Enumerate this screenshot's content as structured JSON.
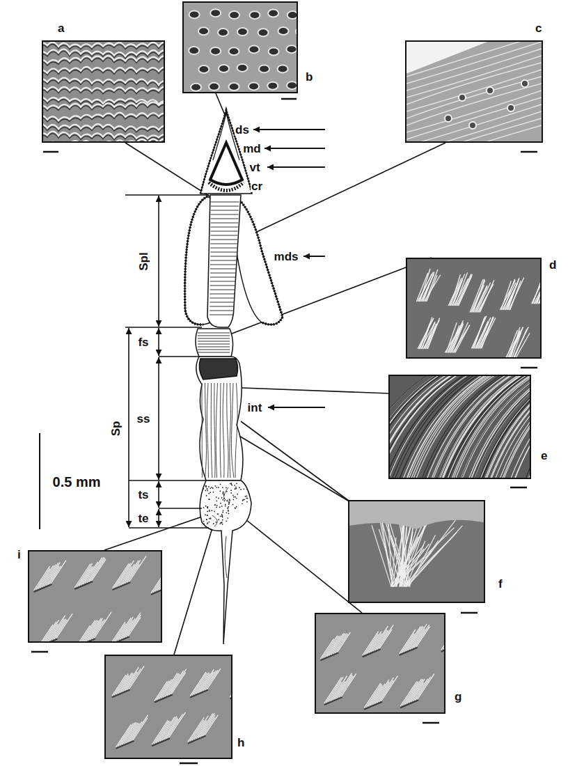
{
  "diagram": {
    "nodes": [
      {
        "text": [
          "a"
        ]
      },
      {
        "text": [
          "b"
        ]
      },
      {
        "text": [
          "c"
        ]
      },
      {
        "text": [
          "d"
        ]
      },
      {
        "text": [
          "e"
        ]
      },
      {
        "text": [
          "f"
        ]
      },
      {
        "text": [
          "g"
        ]
      },
      {
        "text": [
          "h"
        ]
      },
      {
        "text": [
          "i"
        ]
      }
    ],
    "labels": [
      "ds",
      "md",
      "vt",
      "cr",
      "Spl",
      "mds",
      "fs",
      "ss",
      "int",
      "Sp",
      "ts",
      "te",
      "0.5 mm"
    ]
  }
}
